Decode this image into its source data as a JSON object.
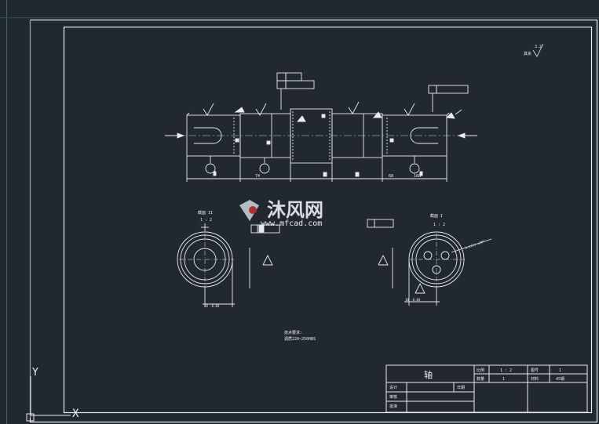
{
  "drawing": {
    "part_name": "轴",
    "ucs_y": "Y",
    "ucs_x": "X",
    "surface_roughness_corner": "3.2",
    "surface_roughness_corner_sub": "其余",
    "tech_requirements": [
      "技术要求:",
      "调质220~250HBS"
    ],
    "section_a_label": "截面 II",
    "section_a_scale": "1 : 2",
    "section_b_label": "截面 I",
    "section_b_scale": "1 : 2",
    "dim_overall": "168",
    "dim_left_end": "74",
    "dim_right_end": "68",
    "dim_section_a_width": "18 -0.04",
    "dim_section_b_width": "18 -0.04",
    "dim_section_b_angle": "3.2(h) ±20°"
  },
  "title_block": {
    "scale_label": "比例",
    "scale_value": "1 : 2",
    "sheet_label": "图号",
    "sheet_value": "1",
    "qty_label": "数量",
    "qty_value": "1",
    "material_label": "材料",
    "material_value": "45钢",
    "design_label": "设计",
    "check_label": "审核",
    "approve_label": "批准",
    "date_label": "日期"
  },
  "watermark": {
    "brand": "沐风网",
    "url": "www.mfcad.com"
  }
}
